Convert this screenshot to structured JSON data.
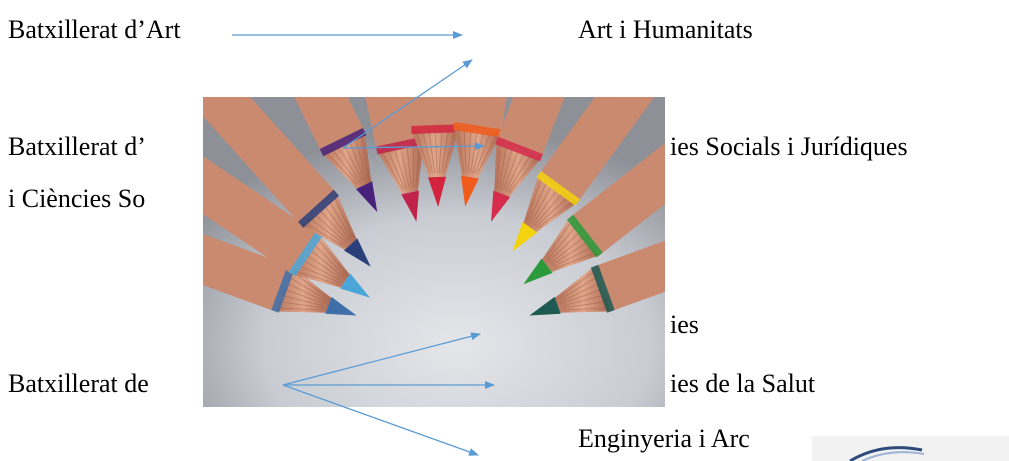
{
  "left_column": [
    {
      "id": "art",
      "label": "Batxillerat d’Art"
    },
    {
      "id": "humanities",
      "label": "Batxillerat d’"
    },
    {
      "id": "humanities-2",
      "label": " i Ciències So"
    },
    {
      "id": "science",
      "label": "Batxillerat de"
    }
  ],
  "right_column": [
    {
      "id": "art-humanities",
      "label": "Art i Humanitats"
    },
    {
      "id": "social-legal",
      "label": "ies Socials i Jurídiques"
    },
    {
      "id": "sciences",
      "label": "ies"
    },
    {
      "id": "health",
      "label": "ies de la Salut"
    },
    {
      "id": "engineering",
      "label": "Enginyeria i Arc"
    }
  ],
  "arrow_color": "#5b9bd5",
  "photo": {
    "subject": "colored-pencils-circle"
  }
}
